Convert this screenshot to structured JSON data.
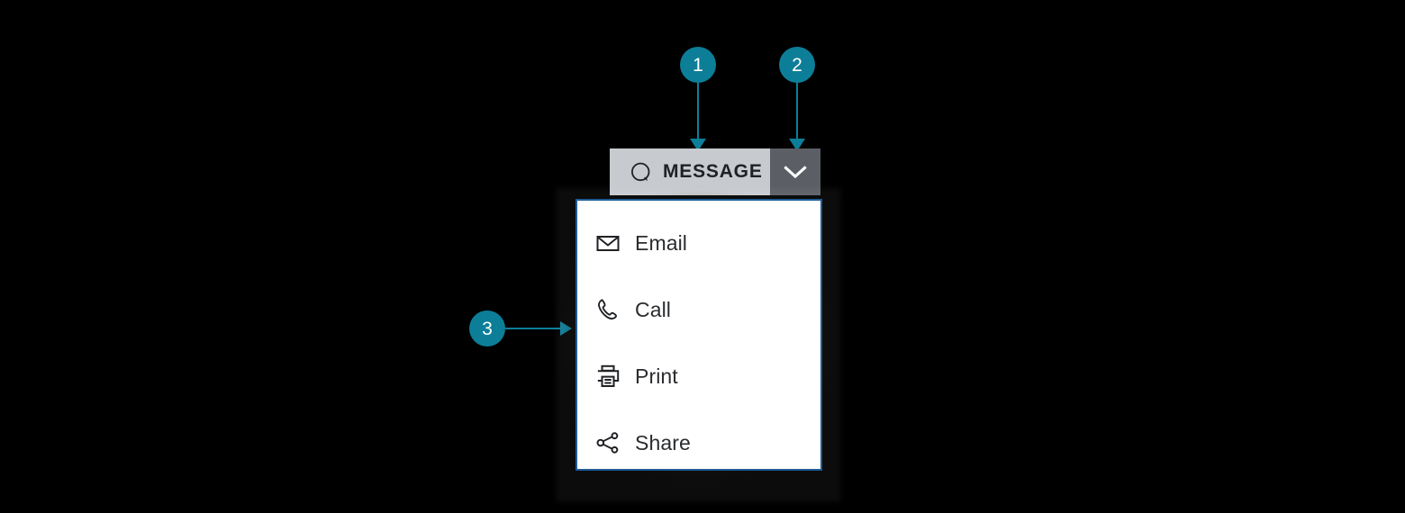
{
  "theme": {
    "background": "#000000",
    "accent_teal": "#0d7e98",
    "panel_border_blue": "#1d5d96",
    "button_face": "#c7cace",
    "toggle_face": "#5b5e65",
    "text_dark": "#2a2c2f",
    "panel_background": "#ffffff"
  },
  "split_button": {
    "icon": "chat-bubble-icon",
    "label": "MESSAGE",
    "toggle_icon": "chevron-down-icon"
  },
  "dropdown": {
    "items": [
      {
        "icon": "envelope-icon",
        "label": "Email"
      },
      {
        "icon": "phone-icon",
        "label": "Call"
      },
      {
        "icon": "printer-icon",
        "label": "Print"
      },
      {
        "icon": "share-icon",
        "label": "Share"
      }
    ]
  },
  "callouts": [
    {
      "number": "1",
      "target": "split-button-main"
    },
    {
      "number": "2",
      "target": "split-button-toggle"
    },
    {
      "number": "3",
      "target": "dropdown-panel"
    }
  ]
}
